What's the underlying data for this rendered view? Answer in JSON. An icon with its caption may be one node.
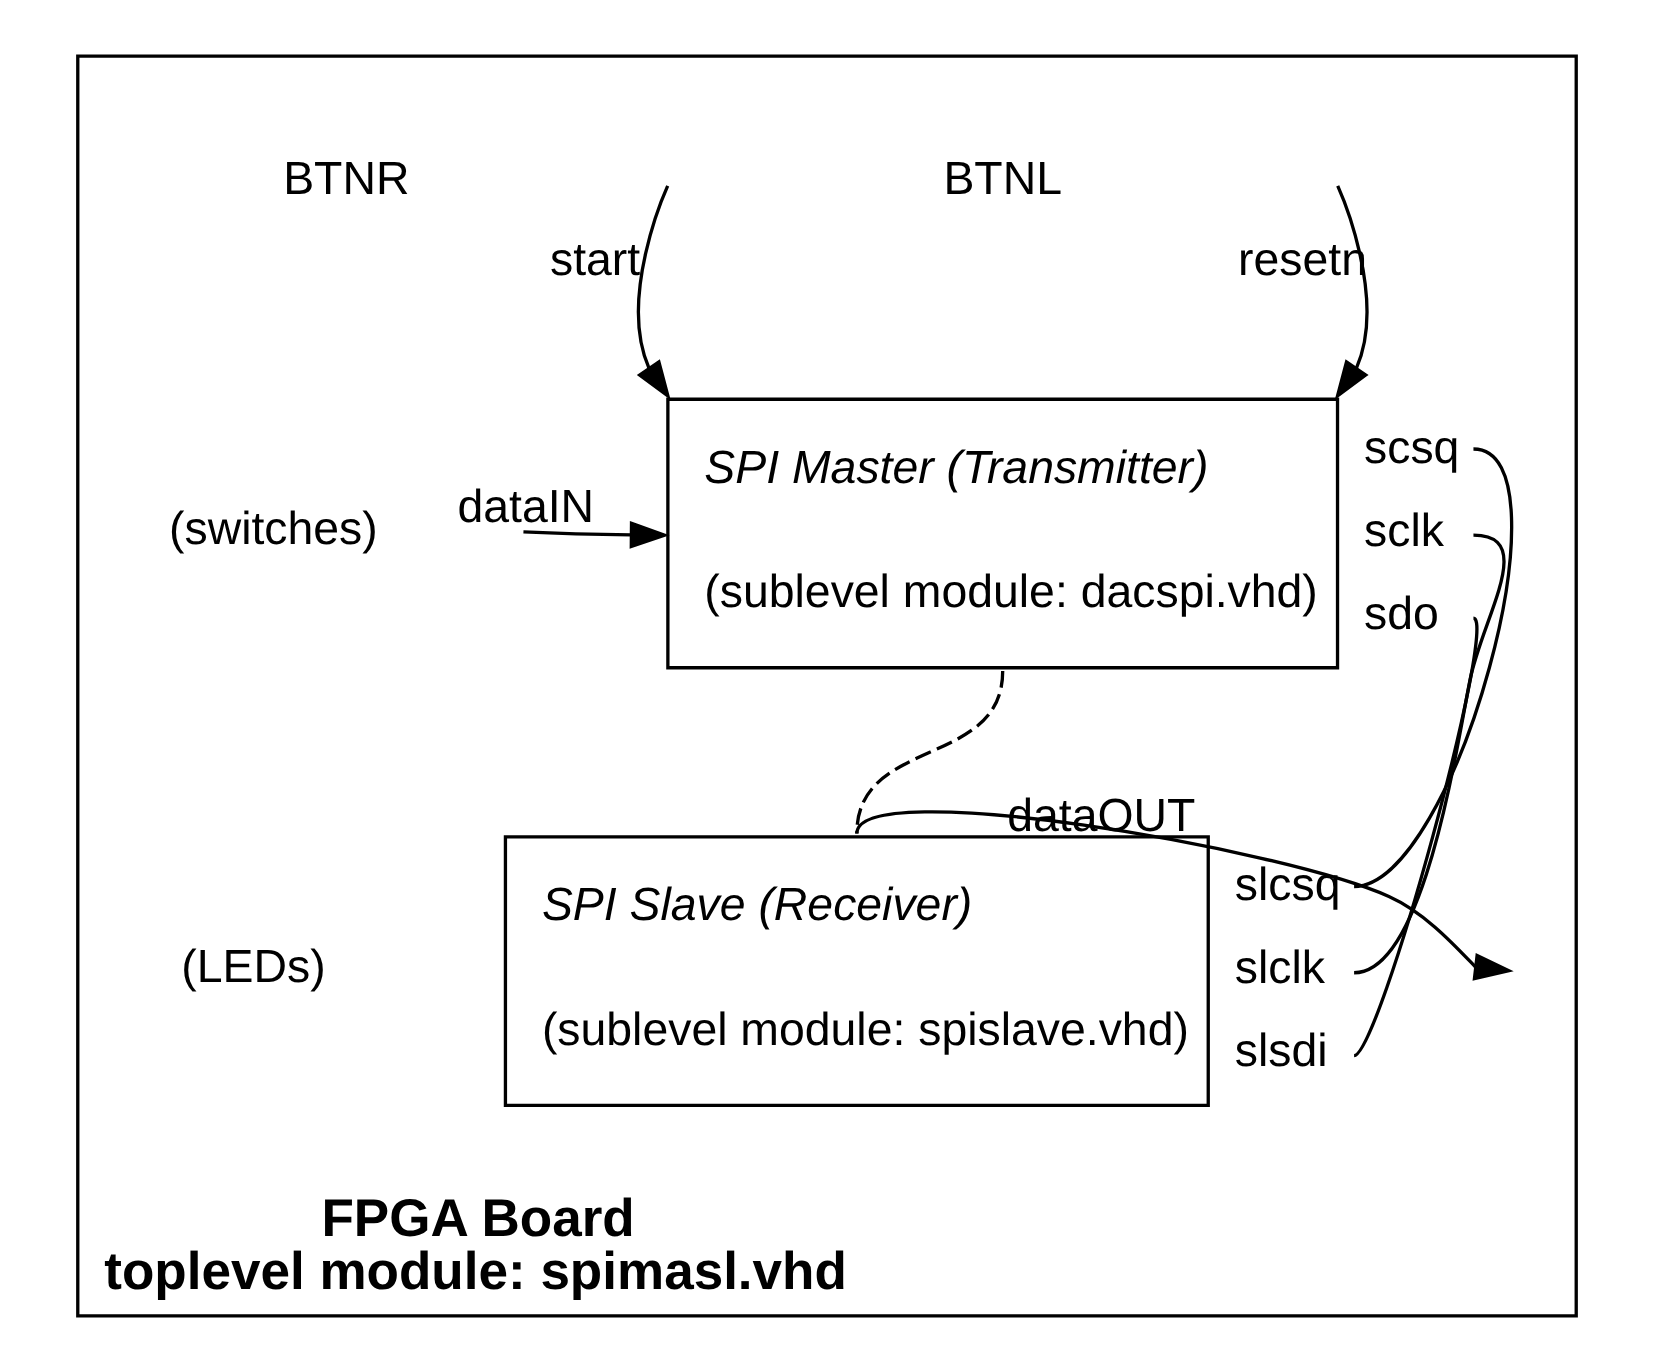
{
  "diagram": {
    "nodes": [
      {
        "text": [
          "FPGA Board",
          "toplevel module: spimasl.vhd"
        ]
      },
      {
        "text": [
          "SPI Master (Transmitter)",
          "(sublevel module: dacspi.vhd)"
        ],
        "beside": [
          "scsq",
          "sclk",
          "sdo"
        ],
        "in": 0
      },
      {
        "text": [
          "SPI Slave (Receiver)",
          "(sublevel module: spislave.vhd)"
        ],
        "beside": [
          "slcsq",
          "slclk",
          "slsdi"
        ],
        "in": 0
      }
    ],
    "edges": [
      {
        "from": null,
        "to": 1,
        "arrow": "to",
        "label": "start"
      },
      {
        "from": null,
        "to": 1,
        "arrow": "to",
        "label": "resetn"
      },
      {
        "from": 1,
        "to": 2,
        "arrow": "none",
        "style": "dashed"
      },
      {
        "from": null,
        "to": 1,
        "arrow": "to",
        "label": "dataIN"
      },
      {
        "from": 2,
        "to": null,
        "arrow": "to",
        "label": "dataOUT"
      },
      {
        "from": 1,
        "to": 2,
        "arrow": "none"
      },
      {
        "from": 1,
        "to": 2,
        "arrow": "none"
      },
      {
        "from": 1,
        "to": 2,
        "arrow": "none"
      }
    ],
    "labels": [
      "BTNL",
      "BTNR",
      "(switches)",
      "(LEDs)"
    ]
  }
}
